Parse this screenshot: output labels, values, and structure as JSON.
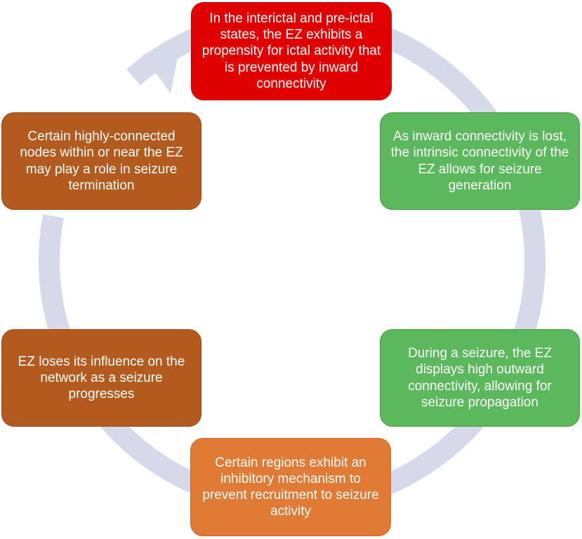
{
  "colors": {
    "ring": "#d6d9ea",
    "red": "#e00000",
    "green": "#5cb85c",
    "orange": "#e07a35",
    "brown": "#b35a1f"
  },
  "steps": [
    {
      "text": "In the interictal and pre-ictal states, the EZ exhibits a propensity for ictal activity that is prevented by inward connectivity",
      "color": "#e00000",
      "border": "#c00000"
    },
    {
      "text": "As inward connectivity is lost, the intrinsic connectivity of the EZ allows for seizure generation",
      "color": "#5cb85c",
      "border": "#4a9a4a"
    },
    {
      "text": "During a seizure, the EZ displays high outward connectivity, allowing for seizure propagation",
      "color": "#5cb85c",
      "border": "#4a9a4a"
    },
    {
      "text": "Certain regions exhibit an inhibitory mechanism to prevent recruitment to seizure activity",
      "color": "#e07a35",
      "border": "#c7682a"
    },
    {
      "text": "EZ loses its influence on the network as a seizure progresses",
      "color": "#b35a1f",
      "border": "#9a4b18"
    },
    {
      "text": "Certain highly-connected nodes within or near the EZ may play a role in seizure termination",
      "color": "#b35a1f",
      "border": "#9a4b18"
    }
  ]
}
